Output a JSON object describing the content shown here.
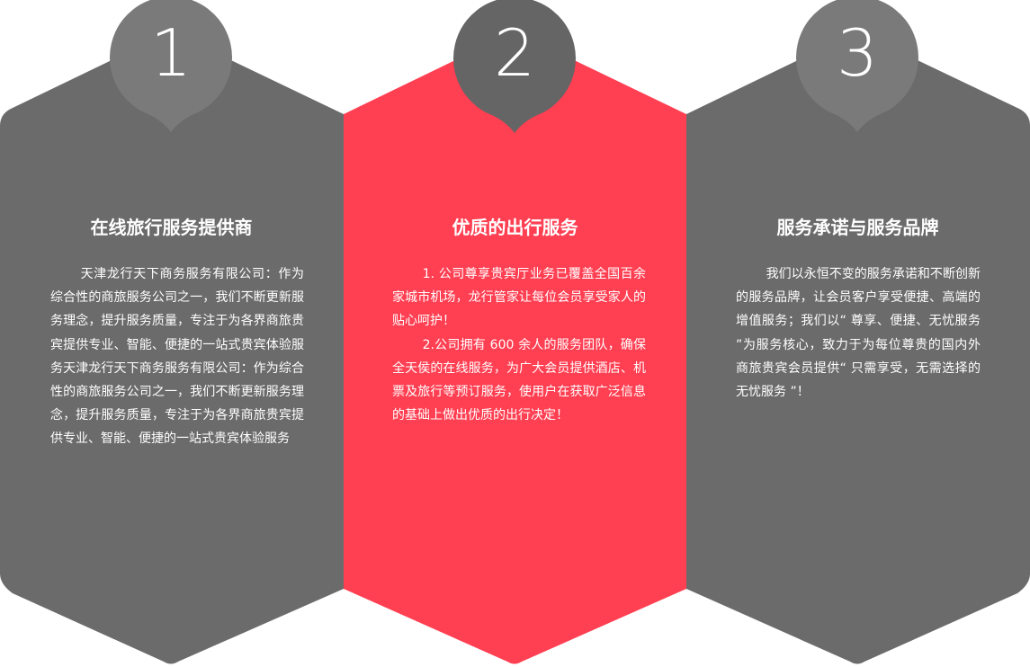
{
  "colors": {
    "gray_panel": "#6b6b6b",
    "red_panel": "#ff3f52",
    "badge_light": "#7a7a7a",
    "badge_dark": "#656565",
    "text": "#ffffff"
  },
  "panels": [
    {
      "number": "1",
      "title": "在线旅行服务提供商",
      "paragraphs": [
        "天津龙行天下商务服务有限公司：作为综合性的商旅服务公司之一，我们不断更新服务理念，提升服务质量，专注于为各界商旅贵宾提供专业、智能、便捷的一站式贵宾体验服务天津龙行天下商务服务有限公司：作为综合性的商旅服务公司之一，我们不断更新服务理念，提升服务质量，专注于为各界商旅贵宾提供专业、智能、便捷的一站式贵宾体验服务"
      ]
    },
    {
      "number": "2",
      "title": "优质的出行服务",
      "paragraphs": [
        "1. 公司尊享贵宾厅业务已覆盖全国百余家城市机场，龙行管家让每位会员享受家人的贴心呵护！",
        "2.公司拥有 600 余人的服务团队，确保全天侯的在线服务，为广大会员提供酒店、机票及旅行等预订服务，使用户在获取广泛信息的基础上做出优质的出行决定！"
      ]
    },
    {
      "number": "3",
      "title": "服务承诺与服务品牌",
      "paragraphs": [
        "我们以永恒不变的服务承诺和不断创新的服务品牌，让会员客户享受便捷、高端的增值服务；我们以“ 尊享、便捷、无忧服务 ”为服务核心，致力于为每位尊贵的国内外商旅贵宾会员提供“ 只需享受，无需选择的无忧服务 ”！"
      ]
    }
  ]
}
